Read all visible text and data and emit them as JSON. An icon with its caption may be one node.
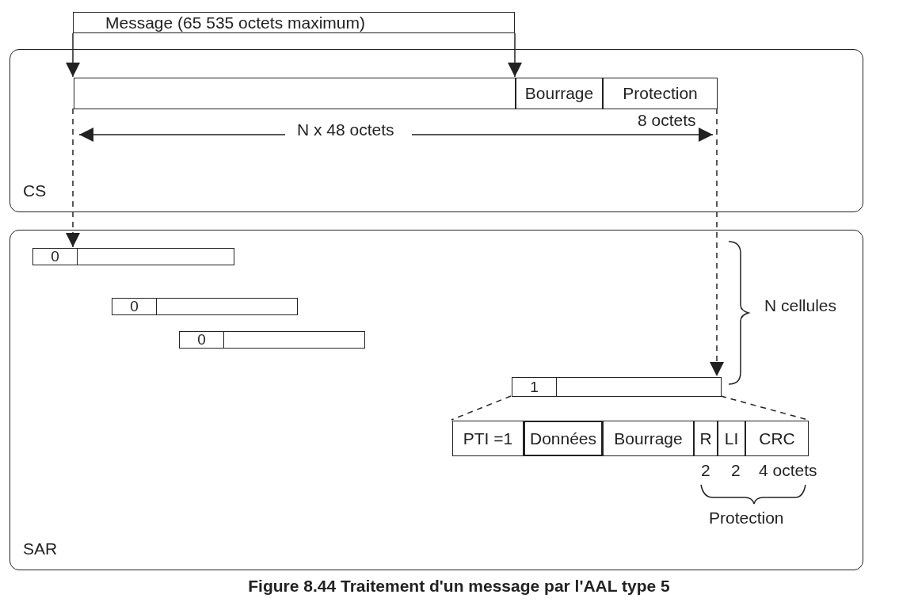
{
  "diagram": {
    "caption": "Figure 8.44 Traitement d'un message par l'AAL type 5",
    "nodes": [
      {
        "text": [
          "Message (65 535 octets maximum)"
        ]
      },
      {
        "text": [
          "CS"
        ]
      },
      {
        "text": [],
        "shape": "bar",
        "in": 1
      },
      {
        "text": [
          "Bourrage"
        ],
        "in": 1
      },
      {
        "text": [
          "Protection"
        ],
        "in": 1
      },
      {
        "text": [
          "SAR"
        ]
      },
      {
        "text": [
          "0"
        ],
        "in": 5
      },
      {
        "text": [
          "0"
        ],
        "in": 5
      },
      {
        "text": [
          "0"
        ],
        "in": 5
      },
      {
        "text": [
          "1"
        ],
        "in": 5
      },
      {
        "text": [
          "PTI =1"
        ],
        "in": 5
      },
      {
        "text": [
          "Données"
        ],
        "in": 5
      },
      {
        "text": [
          "Bourrage"
        ],
        "in": 5
      },
      {
        "text": [
          "R"
        ],
        "in": 5
      },
      {
        "text": [
          "LI"
        ],
        "in": 5
      },
      {
        "text": [
          "CRC"
        ],
        "in": 5
      }
    ],
    "edges": [
      {
        "from": 0,
        "to": 2,
        "arrow": "to"
      },
      {
        "from": 0,
        "to": 3,
        "arrow": "to"
      },
      {
        "from": 2,
        "to": 6,
        "arrow": "to",
        "style": "dashed"
      },
      {
        "from": 4,
        "to": 9,
        "arrow": "to",
        "style": "dashed"
      },
      {
        "from": 9,
        "to": 10,
        "arrow": "none",
        "style": "dashed"
      },
      {
        "from": 9,
        "to": 15,
        "arrow": "none",
        "style": "dashed"
      }
    ],
    "labels": [
      "N x 48 octets",
      "8 octets",
      "N cellules",
      "2",
      "2",
      "4 octets",
      "Protection"
    ]
  }
}
